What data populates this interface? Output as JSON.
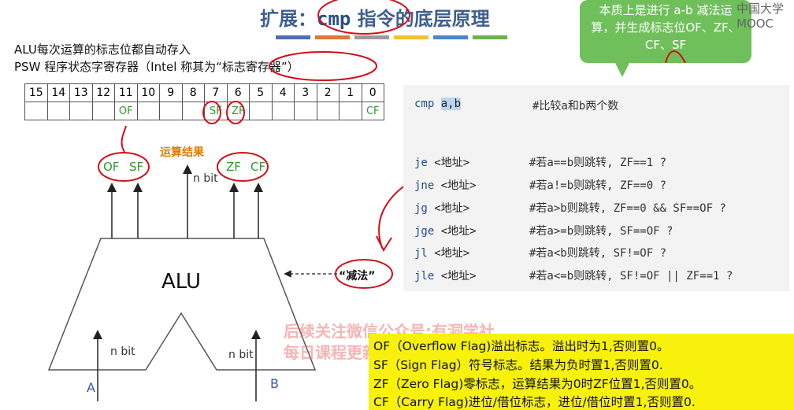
{
  "title": {
    "prefix": "扩展：",
    "cmd": "cmp",
    "suffix": " 指令的底层原理"
  },
  "callout": {
    "text": "本质上是进行 a-b 减法运算，并生成标志位OF、ZF、CF、SF"
  },
  "watermark_top": "中国大学MOOC",
  "intro": {
    "line1": "ALU每次运算的标志位都自动存入",
    "line2": "PSW 程序状态字寄存器（Intel 称其为“标志寄存器”）"
  },
  "register": {
    "bits": [
      "15",
      "14",
      "13",
      "12",
      "11",
      "10",
      "9",
      "8",
      "7",
      "6",
      "5",
      "4",
      "3",
      "2",
      "1",
      "0"
    ],
    "flags": [
      "",
      "",
      "",
      "",
      "OF",
      "",
      "",
      "",
      "SF",
      "ZF",
      "",
      "",
      "",
      "",
      "",
      "CF"
    ]
  },
  "diagram": {
    "result_label": "运算结果",
    "flags_left": [
      "OF",
      "SF"
    ],
    "flags_right": [
      "ZF",
      "CF"
    ],
    "nbit": "n bit",
    "alu": "ALU",
    "sub_label": "“减法”",
    "input_a": "A",
    "input_b": "B"
  },
  "code": {
    "cmp": {
      "mnemonic": "cmp",
      "operands": "a,b",
      "comment": "#比较a和b两个数"
    },
    "jumps": [
      {
        "mnemonic": "je",
        "arg": "<地址>",
        "comment": "#若a==b则跳转, ZF==1 ?"
      },
      {
        "mnemonic": "jne",
        "arg": "<地址>",
        "comment": "#若a!=b则跳转, ZF==0 ?"
      },
      {
        "mnemonic": "jg",
        "arg": "<地址>",
        "comment": "#若a>b则跳转, ZF==0 && SF==OF ?"
      },
      {
        "mnemonic": "jge",
        "arg": "<地址>",
        "comment": "#若a>=b则跳转, SF==OF ?"
      },
      {
        "mnemonic": "jl",
        "arg": "<地址>",
        "comment": "#若a<b则跳转, SF!=OF ?"
      },
      {
        "mnemonic": "jle",
        "arg": "<地址>",
        "comment": "#若a<=b则跳转, SF!=OF || ZF==1 ?"
      }
    ]
  },
  "watermark": {
    "line1": "后续关注微信公众号:有洞学社",
    "line2": "每日课程更新"
  },
  "definitions": [
    "OF（Overflow Flag)溢出标志。溢出时为1,否则置0。",
    "SF（Sign Flag）符号标志。结果为负时置1,否则置0.",
    "ZF（Zero Flag)零标志，运算结果为0时ZF位置1,否则置0。",
    "CF（Carry Flag)进位/借位标志，进位/借位时置1,否则置0."
  ],
  "colors": {
    "title": "#3f5f8c",
    "callout": "#6fbf5b",
    "flag_green": "#2f9a2f",
    "annotation_red": "#d0101a",
    "highlight_yellow": "#f7f10c",
    "bars": [
      "#4f6fb5",
      "#e0763a",
      "#9b9b9b",
      "#f2c12e",
      "#4a86c8",
      "#6bb24a"
    ]
  }
}
